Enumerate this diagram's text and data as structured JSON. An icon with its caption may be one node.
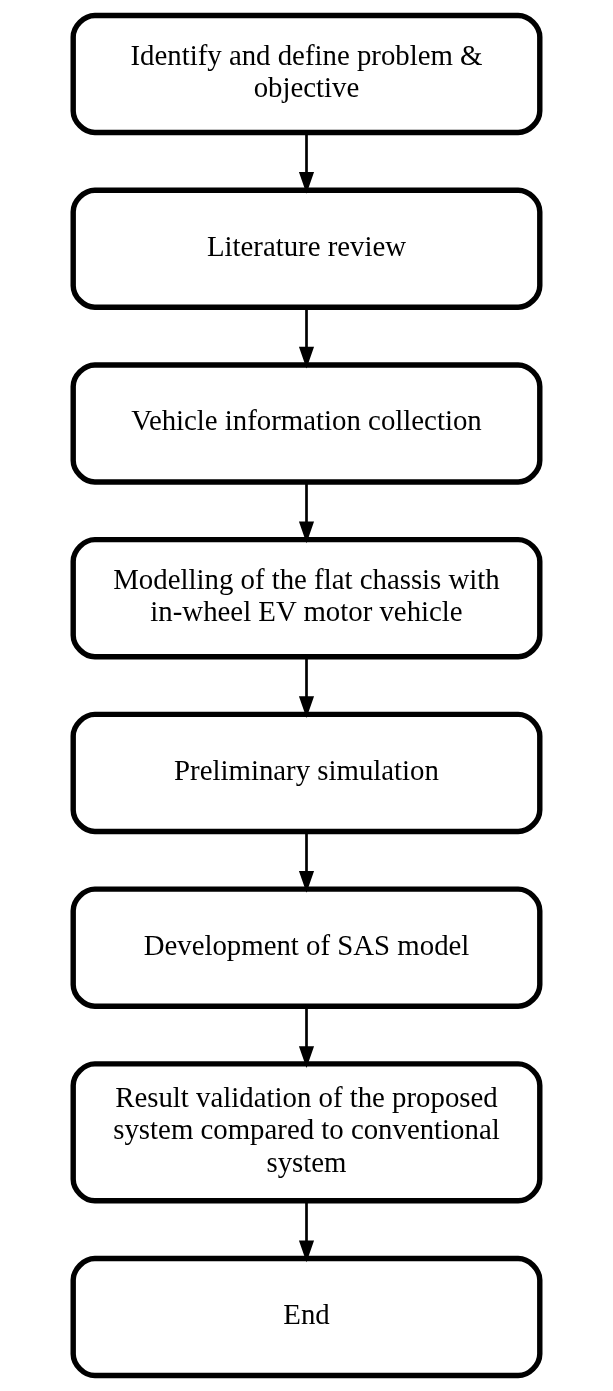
{
  "diagram": {
    "nodes": [
      {
        "text": [
          "Identify and define problem & objective"
        ]
      },
      {
        "text": [
          "Literature review"
        ]
      },
      {
        "text": [
          "Vehicle information collection"
        ]
      },
      {
        "text": [
          "Modelling of the flat chassis with in-wheel EV motor vehicle"
        ]
      },
      {
        "text": [
          "Preliminary simulation"
        ]
      },
      {
        "text": [
          "Development of SAS model"
        ]
      },
      {
        "text": [
          "Result validation of the proposed system compared to conventional system"
        ]
      },
      {
        "text": [
          "End"
        ]
      }
    ],
    "edges": [
      {
        "from": 0,
        "to": 1,
        "arrow": "to"
      },
      {
        "from": 1,
        "to": 2,
        "arrow": "to"
      },
      {
        "from": 2,
        "to": 3,
        "arrow": "to"
      },
      {
        "from": 3,
        "to": 4,
        "arrow": "to"
      },
      {
        "from": 4,
        "to": 5,
        "arrow": "to"
      },
      {
        "from": 5,
        "to": 6,
        "arrow": "to"
      },
      {
        "from": 6,
        "to": 7,
        "arrow": "to"
      }
    ]
  }
}
